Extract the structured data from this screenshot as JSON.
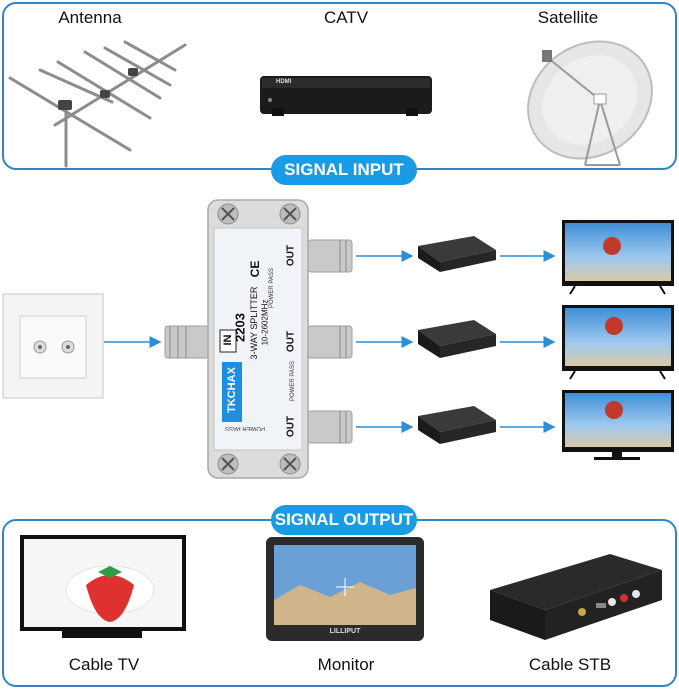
{
  "input_section": {
    "badge": "SIGNAL INPUT",
    "sources": [
      {
        "label": "Antenna"
      },
      {
        "label": "CATV"
      },
      {
        "label": "Satellite"
      }
    ]
  },
  "output_section": {
    "badge": "SIGNAL OUTPUT",
    "devices": [
      {
        "label": "Cable TV"
      },
      {
        "label": "Monitor"
      },
      {
        "label": "Cable STB"
      }
    ]
  },
  "splitter": {
    "brand": "TKCHAX",
    "model": "2203",
    "name": "3-WAY SPLITTER",
    "freq": "10-2602MHz",
    "in_label": "IN",
    "out_label": "OUT",
    "power_pass": "POWER PASS",
    "ce": "CE"
  },
  "catv_box": {
    "brand": "HDMI"
  },
  "monitor": {
    "brand": "LILLIPUT"
  },
  "colors": {
    "accent": "#1a9be6",
    "border": "#2f86c7",
    "arrow": "#2a8fd6"
  },
  "icons": [
    "antenna-icon",
    "catv-box-icon",
    "satellite-dish-icon",
    "wall-socket-icon",
    "splitter-icon",
    "modem-icon",
    "tv-icon",
    "monitor-icon",
    "set-top-box-icon"
  ]
}
